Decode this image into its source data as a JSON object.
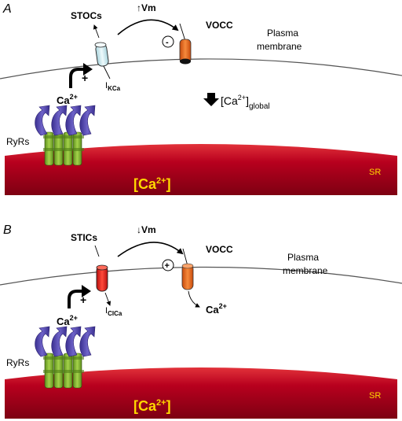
{
  "panel_a": {
    "letter": "A",
    "stocs": "STOCs",
    "vm_arrow": "↑",
    "vm": "Vm",
    "vocc": "VOCC",
    "minus": "-",
    "plasma": "Plasma",
    "membrane": "membrane",
    "plus": "+",
    "ca_base": "Ca",
    "ca_sup": "2+",
    "i": "I",
    "i_sub": "KCa",
    "down_arrow": "🡇",
    "global_open": "[Ca",
    "global_sup": "2+",
    "global_close": "]",
    "global_sub": "global",
    "ryrs": "RyRs",
    "sr_ca_open": "[Ca",
    "sr_ca_sup": "2+",
    "sr_ca_close": "]",
    "sr": "SR"
  },
  "panel_b": {
    "letter": "B",
    "stics": "STICs",
    "vm_arrow": "↓",
    "vm": "Vm",
    "vocc": "VOCC",
    "plus_circle": "+",
    "plasma": "Plasma",
    "membrane": "membrane",
    "plus": "+",
    "ca_base": "Ca",
    "ca_sup": "2+",
    "i": "I",
    "i_sub": "ClCa",
    "vocc_ca": "Ca",
    "vocc_ca_sup": "2+",
    "ryrs": "RyRs",
    "sr_ca_open": "[Ca",
    "sr_ca_sup": "2+",
    "sr_ca_close": "]",
    "sr": "SR"
  },
  "colors": {
    "sr_red": "#b3001b",
    "ryr_green": "#7fb431",
    "ryr_arrow_blue": "#4b3fa3",
    "kca_channel": "#d8eef2",
    "clca_channel": "#e32222",
    "vocc_orange": "#e8641c",
    "sr_label": "#ffd800"
  }
}
